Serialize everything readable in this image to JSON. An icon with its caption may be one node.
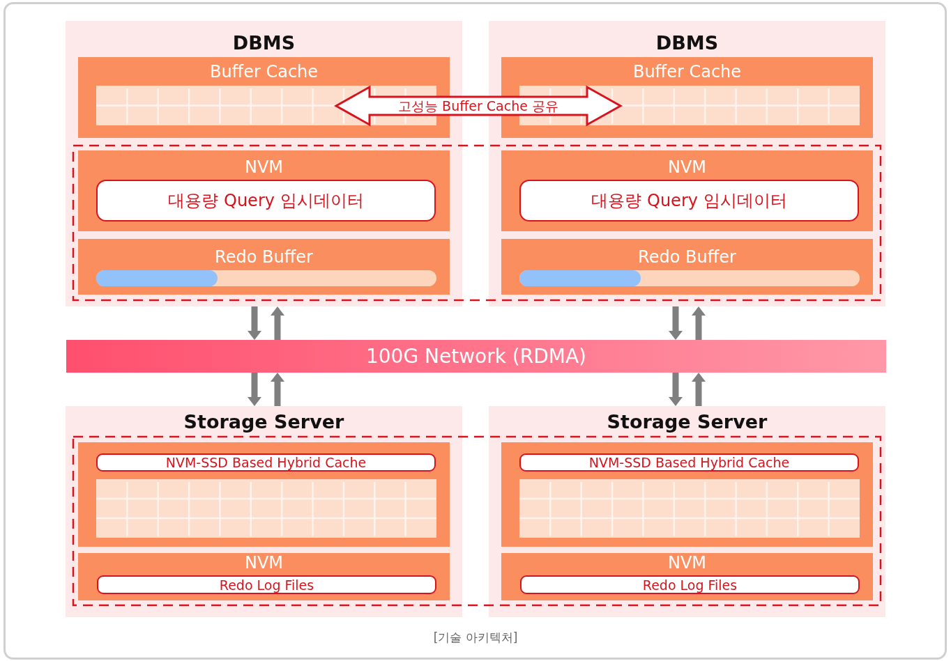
{
  "diagram": {
    "caption": "[기술 아키텍처]",
    "nodes": [
      {
        "text": [
          "DBMS"
        ]
      },
      {
        "text": [
          "Buffer Cache"
        ],
        "in": 0
      },
      {
        "text": [
          "NVM"
        ],
        "in": 0
      },
      {
        "text": [
          "대용량 Query 임시데이터"
        ],
        "in": 2
      },
      {
        "text": [
          "Redo Buffer"
        ],
        "in": 0
      },
      {
        "text": [
          "DBMS"
        ]
      },
      {
        "text": [
          "Buffer Cache"
        ],
        "in": 5
      },
      {
        "text": [
          "NVM"
        ],
        "in": 5
      },
      {
        "text": [
          "대용량 Query 임시데이터"
        ],
        "in": 7
      },
      {
        "text": [
          "Redo Buffer"
        ],
        "in": 5
      },
      {
        "text": [
          "100G Network (RDMA)"
        ]
      },
      {
        "text": [
          "Storage Server"
        ]
      },
      {
        "text": [],
        "shape": "box",
        "in": 11
      },
      {
        "text": [
          "NVM-SSD Based Hybrid Cache"
        ],
        "in": 12
      },
      {
        "text": [
          "NVM"
        ],
        "in": 11
      },
      {
        "text": [
          "Redo Log Files"
        ],
        "in": 14
      },
      {
        "text": [
          "Storage Server"
        ]
      },
      {
        "text": [],
        "shape": "box",
        "in": 16
      },
      {
        "text": [
          "NVM-SSD Based Hybrid Cache"
        ],
        "in": 17
      },
      {
        "text": [
          "NVM"
        ],
        "in": 16
      },
      {
        "text": [
          "Redo Log Files"
        ],
        "in": 19
      }
    ],
    "edges": [
      {
        "from": 1,
        "to": 6,
        "arrow": "both",
        "label": "고성능 Buffer Cache 공유",
        "style": "thick",
        "color": "#d7141e"
      },
      {
        "from": 0,
        "to": 10,
        "arrow": "to"
      },
      {
        "from": 10,
        "to": 0,
        "arrow": "to"
      },
      {
        "from": 5,
        "to": 10,
        "arrow": "to"
      },
      {
        "from": 10,
        "to": 5,
        "arrow": "to"
      },
      {
        "from": 10,
        "to": 11,
        "arrow": "to"
      },
      {
        "from": 11,
        "to": 10,
        "arrow": "to"
      },
      {
        "from": 10,
        "to": 16,
        "arrow": "to"
      },
      {
        "from": 16,
        "to": 10,
        "arrow": "to"
      }
    ]
  }
}
